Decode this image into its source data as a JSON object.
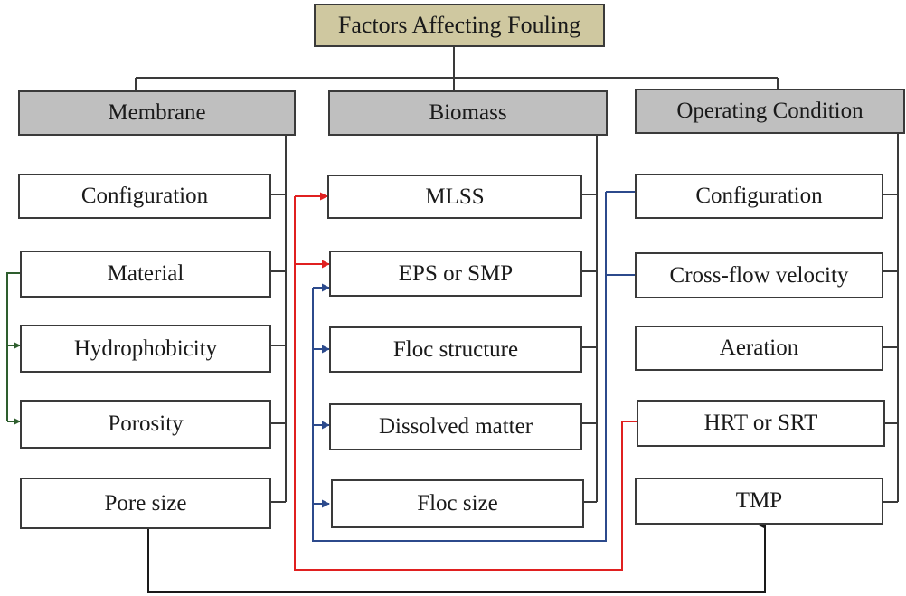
{
  "title": "Factors Affecting Fouling",
  "categories": {
    "membrane": {
      "label": "Membrane",
      "items": [
        "Configuration",
        "Material",
        "Hydrophobicity",
        "Porosity",
        "Pore size"
      ]
    },
    "biomass": {
      "label": "Biomass",
      "items": [
        "MLSS",
        "EPS or SMP",
        "Floc structure",
        "Dissolved matter",
        "Floc size"
      ]
    },
    "operating": {
      "label": "Operating Condition",
      "items": [
        "Configuration",
        "Cross-flow velocity",
        "Aeration",
        "HRT or SRT",
        "TMP"
      ]
    }
  },
  "link_colors": {
    "tree": "#3a3a3a",
    "material_links": "#2e5e2e",
    "srt_links": "#e02020",
    "crossflow_links": "#2c4a8c",
    "poresize_link": "#1a1a1a"
  }
}
